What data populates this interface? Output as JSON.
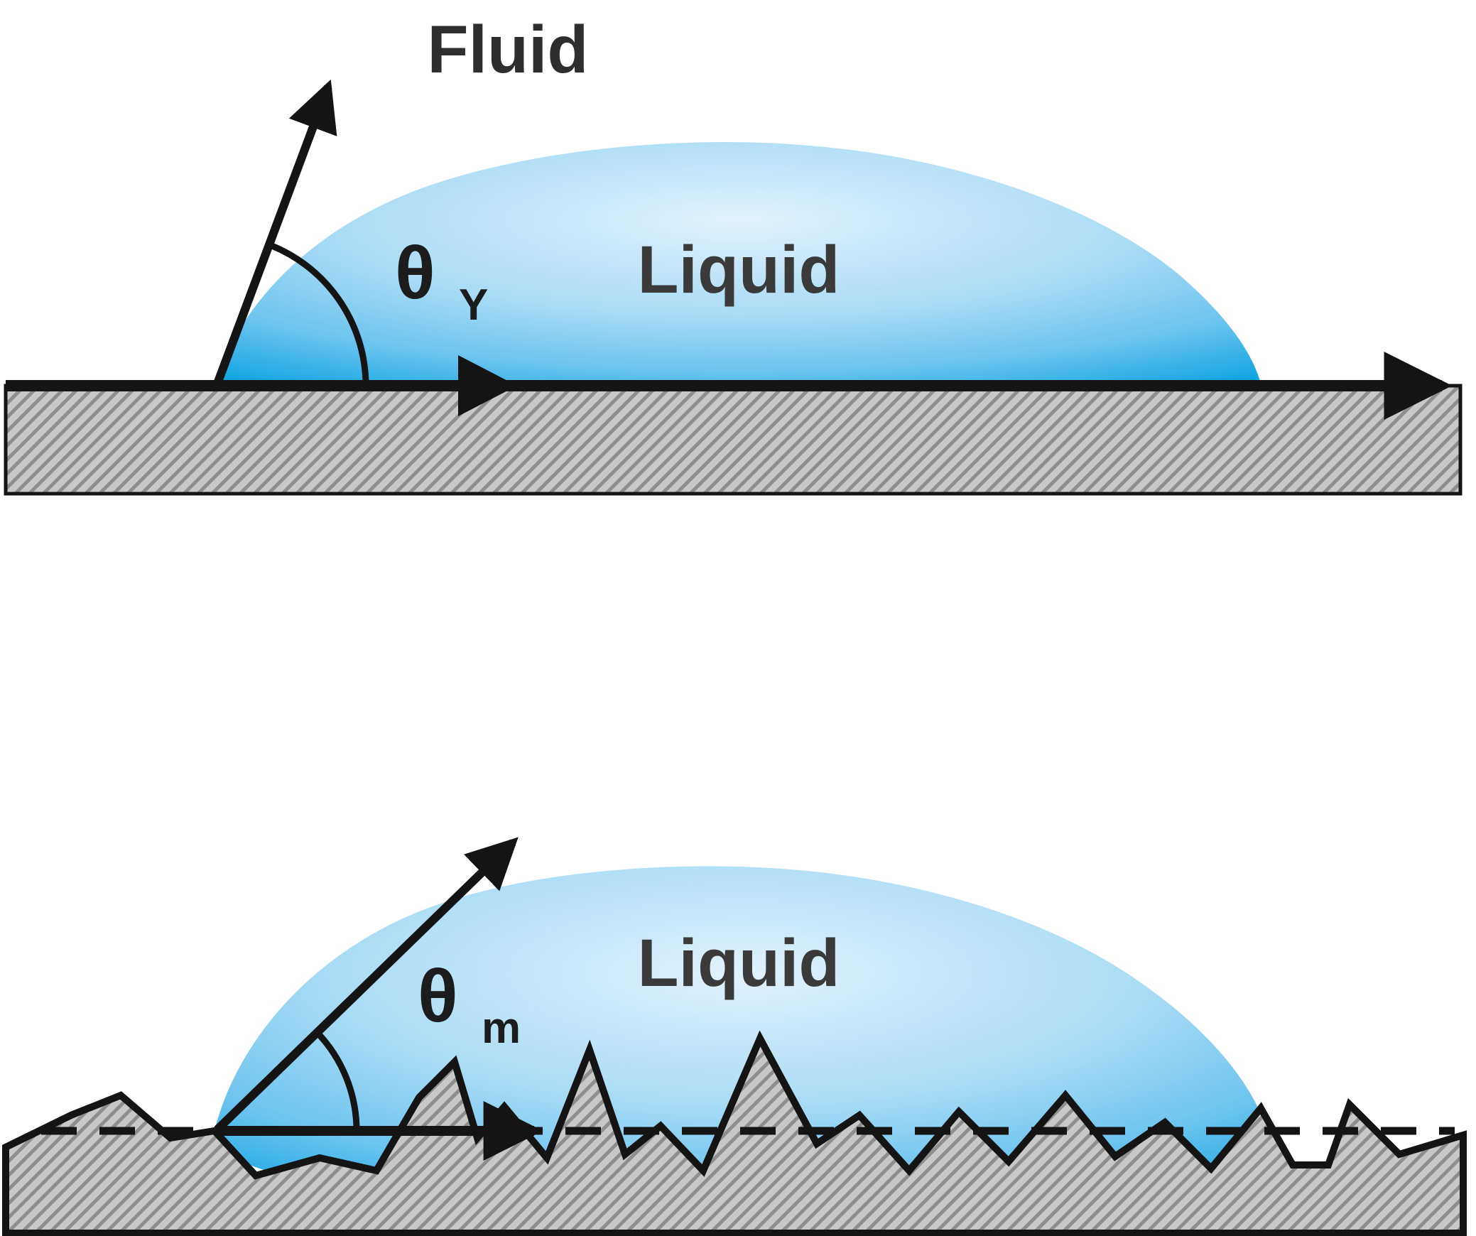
{
  "figure": {
    "background": "#ffffff",
    "top_panel": {
      "fluid_label": "Fluid",
      "liquid_label": "Liquid",
      "contact_angle": {
        "symbol": "θ",
        "subscript": "Y"
      }
    },
    "bottom_panel": {
      "liquid_label": "Liquid",
      "contact_angle": {
        "symbol": "θ",
        "subscript": "m"
      }
    },
    "colors": {
      "liquid_edge": "#00a0de",
      "liquid_mid": "#6ec4ef",
      "liquid_inner": "#aadcf6",
      "liquid_center": "#e2f2fc",
      "surface_base": "#c8c8c8",
      "surface_hatch": "#8e8e8e",
      "outline": "#141414",
      "fluid_text": "#2e2e2e",
      "liquid_text": "#3a3a3a",
      "angle_text": "#1c1c1c"
    }
  }
}
